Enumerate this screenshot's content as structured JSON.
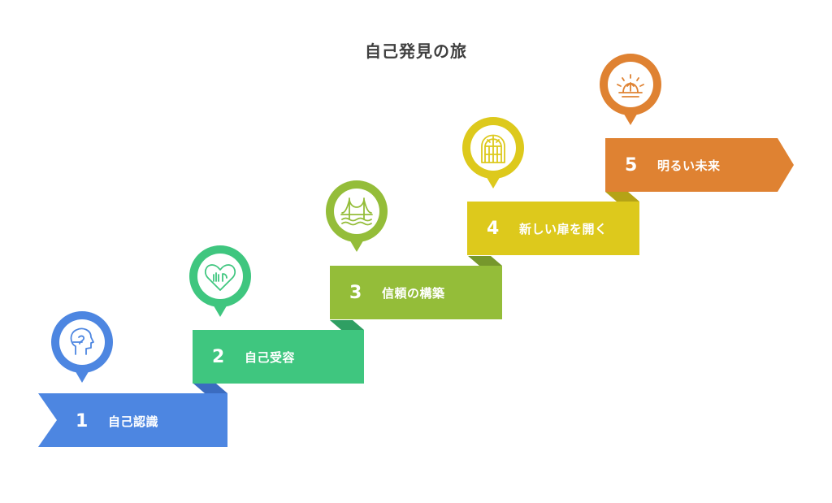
{
  "title": "自己発見の旅",
  "steps": [
    {
      "number": "1",
      "label": "自己認識",
      "color": "#4d86e1",
      "icon": "self-reflection-head-icon"
    },
    {
      "number": "2",
      "label": "自己受容",
      "color": "#3fc67f",
      "icon": "heart-hands-icon"
    },
    {
      "number": "3",
      "label": "信頼の構築",
      "color": "#94bd39",
      "icon": "bridge-icon"
    },
    {
      "number": "4",
      "label": "新しい扉を開く",
      "color": "#ddc91c",
      "icon": "arched-door-icon"
    },
    {
      "number": "5",
      "label": "明るい未来",
      "color": "#df8232",
      "icon": "sunrise-icon"
    }
  ]
}
